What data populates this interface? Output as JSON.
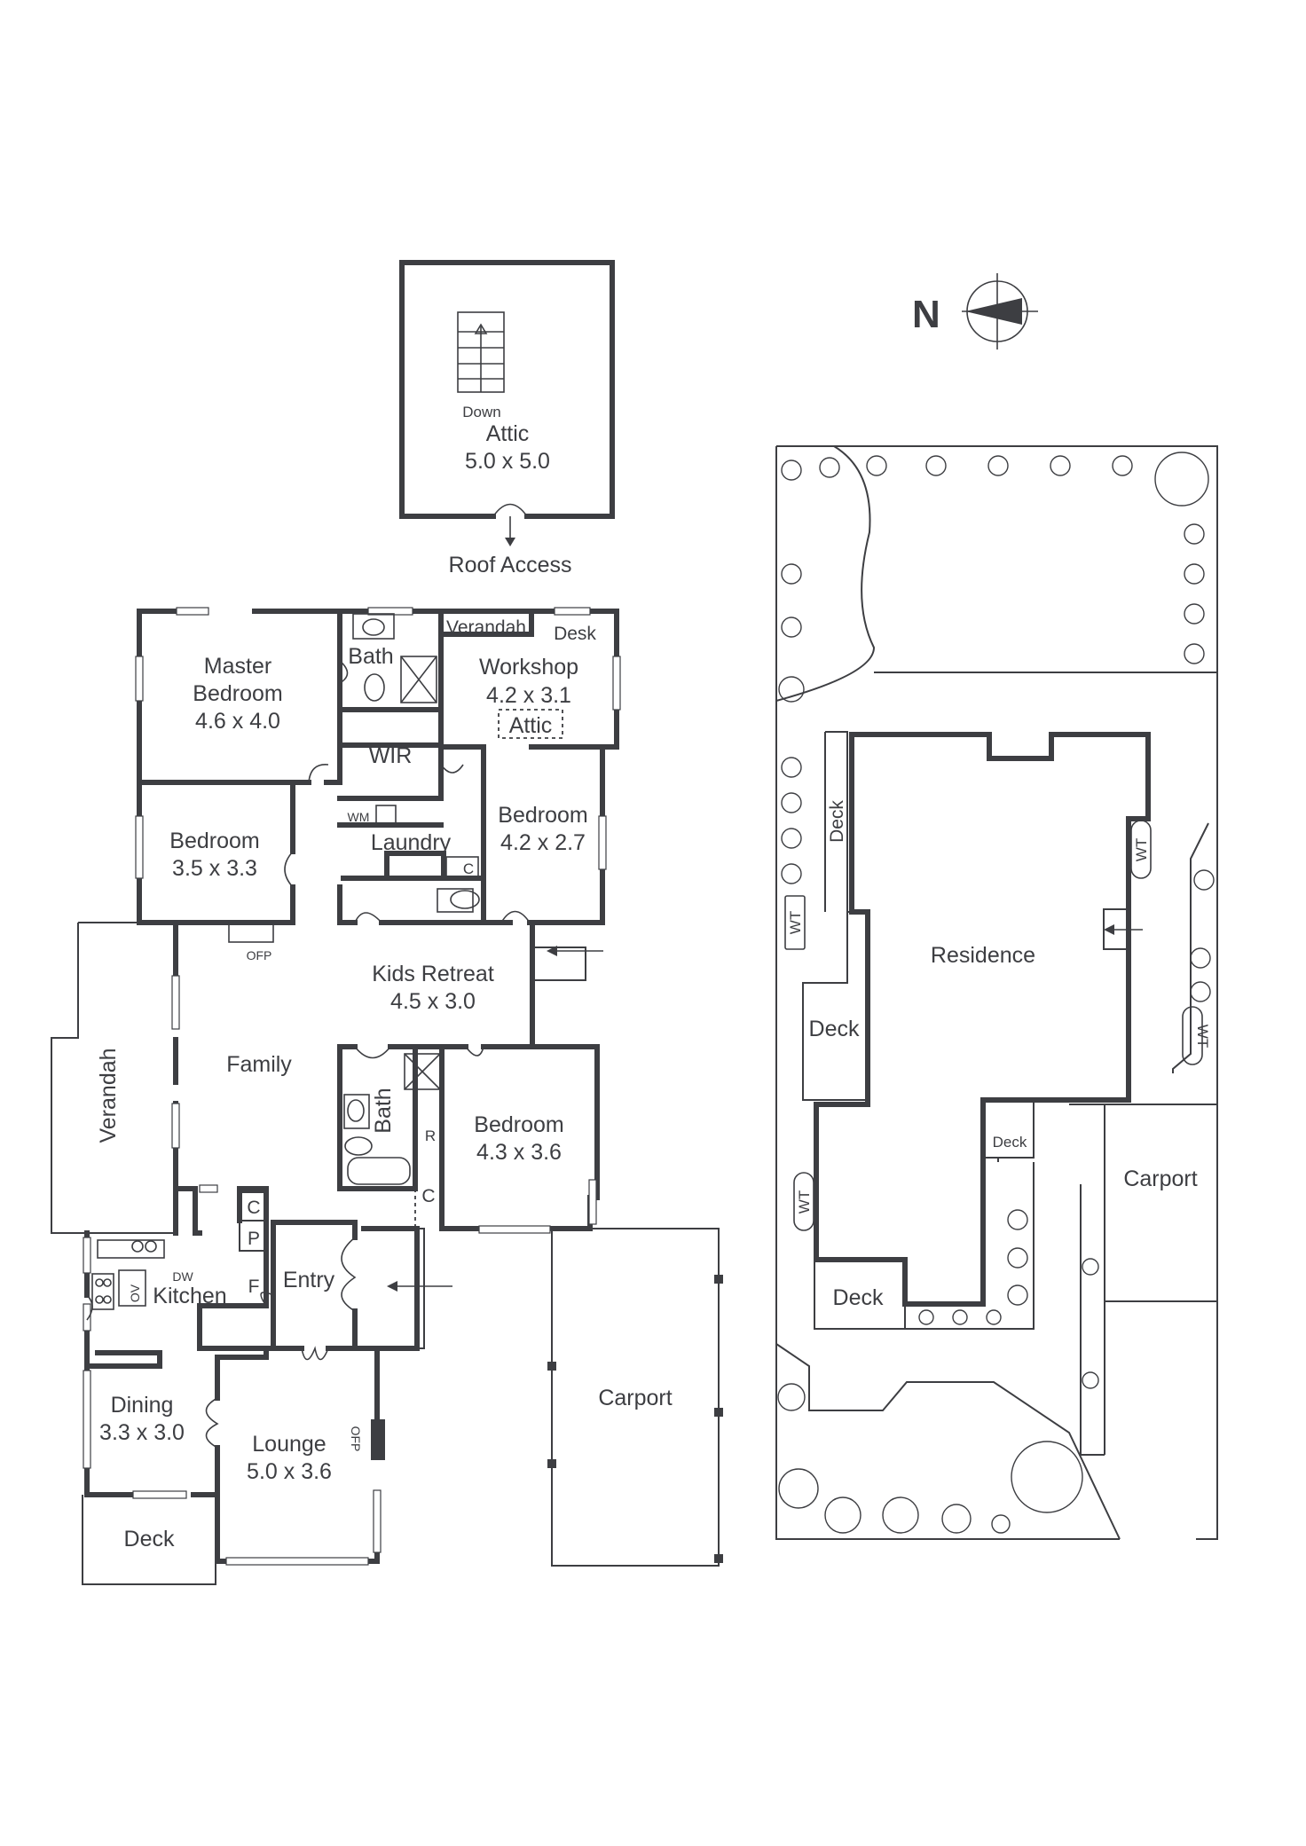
{
  "attic": {
    "title": "Attic",
    "dims": "5.0 x 5.0",
    "stair_label": "Down",
    "roof_access": "Roof Access"
  },
  "north": {
    "label": "N"
  },
  "rooms": {
    "master_bedroom": {
      "line1": "Master",
      "line2": "Bedroom",
      "dims": "4.6 x 4.0"
    },
    "bath_upper": {
      "label": "Bath"
    },
    "verandah_upper": {
      "label": "Verandah"
    },
    "desk": {
      "label": "Desk"
    },
    "workshop": {
      "label": "Workshop",
      "dims": "4.2 x 3.1",
      "attic_label": "Attic"
    },
    "wir": {
      "label": "WIR"
    },
    "wm": {
      "label": "WM"
    },
    "laundry": {
      "label": "Laundry"
    },
    "laundry_c": {
      "label": "C"
    },
    "bedroom_2": {
      "label": "Bedroom",
      "dims": "3.5 x 3.3"
    },
    "bedroom_3": {
      "label": "Bedroom",
      "dims": "4.2 x 2.7"
    },
    "ofp_family": {
      "label": "OFP"
    },
    "kids_retreat": {
      "label": "Kids Retreat",
      "dims": "4.5 x 3.0"
    },
    "verandah_side": {
      "label": "Verandah"
    },
    "family": {
      "label": "Family"
    },
    "bath_lower": {
      "label": "Bath"
    },
    "robe_r": {
      "label": "R"
    },
    "bedroom_4": {
      "label": "Bedroom",
      "dims": "4.3 x 3.6"
    },
    "cupboard_c": {
      "label": "C"
    },
    "pantry_c": {
      "label": "C"
    },
    "pantry_p": {
      "label": "P"
    },
    "fridge_f": {
      "label": "F"
    },
    "dw": {
      "label": "DW"
    },
    "ov": {
      "label": "OV"
    },
    "kitchen": {
      "label": "Kitchen"
    },
    "entry": {
      "label": "Entry"
    },
    "dining": {
      "label": "Dining",
      "dims": "3.3 x 3.0"
    },
    "lounge": {
      "label": "Lounge",
      "dims": "5.0 x 3.6"
    },
    "ofp_lounge": {
      "label": "OFP"
    },
    "deck_main": {
      "label": "Deck"
    },
    "carport_main": {
      "label": "Carport"
    }
  },
  "site": {
    "residence": "Residence",
    "deck_top": "Deck",
    "deck_left": "Deck",
    "deck_small": "Deck",
    "deck_bottom": "Deck",
    "carport": "Carport",
    "wt_1": "WT",
    "wt_2": "WT",
    "wt_3": "WT",
    "wt_4": "WT"
  }
}
